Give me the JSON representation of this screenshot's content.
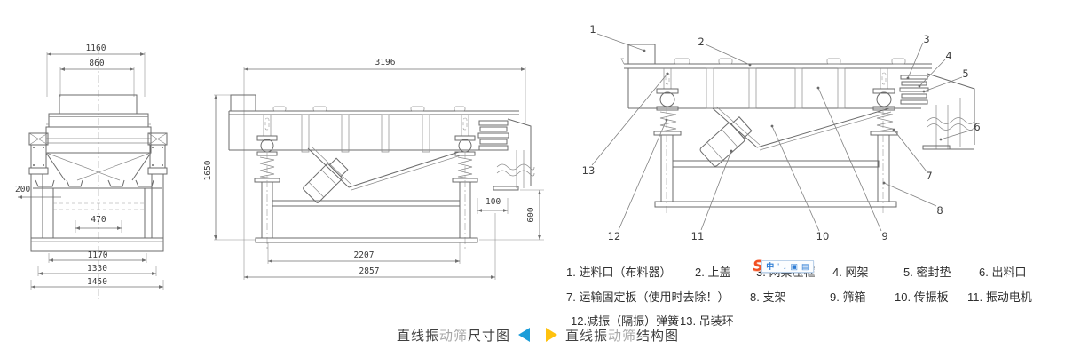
{
  "front_view": {
    "dims": {
      "top_width": "1160",
      "inlet_width": "860",
      "left_offset": "200",
      "spout_span": "470",
      "base_inner": "1170",
      "base_mid": "1330",
      "base_outer": "1450"
    }
  },
  "side_view": {
    "dims": {
      "total_length": "3196",
      "total_height": "1650",
      "outlet_offset": "100",
      "outlet_height": "600",
      "support_span": "2207",
      "base_span": "2857"
    }
  },
  "structure": {
    "callouts": [
      "1",
      "2",
      "3",
      "4",
      "5",
      "6",
      "7",
      "8",
      "9",
      "10",
      "11",
      "12",
      "13"
    ]
  },
  "legend": {
    "line1": [
      "1. 进料口（布料器）",
      "2. 上盖",
      "3. 网架压框",
      "4. 网架",
      "5. 密封垫",
      "6. 出料口"
    ],
    "line2": [
      "7. 运输固定板（使用时去除！）",
      "8. 支架",
      "9. 筛箱",
      "10. 传振板",
      "11. 振动电机"
    ],
    "line3": [
      "12.减振（隔振）弹簧",
      "13. 吊装环"
    ]
  },
  "captions": {
    "left": {
      "pre": "直线振",
      "mid": "动筛",
      "post": "尺寸图"
    },
    "right": {
      "pre": "直线振",
      "mid": "动筛",
      "post": "结构图"
    }
  },
  "ime": {
    "logo": "S",
    "mode": "中",
    "icons": [
      "'",
      "↓",
      "▣",
      "▤"
    ]
  },
  "colors": {
    "caption_blue": "#1b9dd9",
    "caption_yellow": "#ffc20e",
    "drawing_line": "#6b6b6b",
    "ime_orange": "#f25022",
    "ime_blue": "#2b7bd4"
  }
}
